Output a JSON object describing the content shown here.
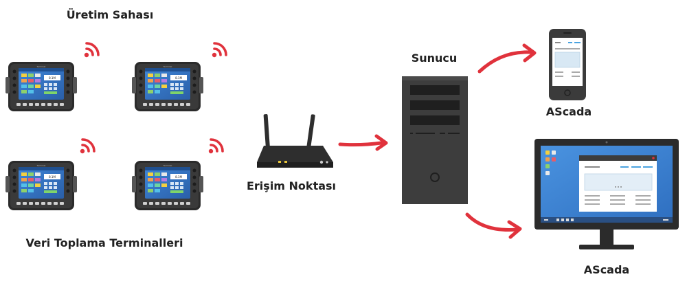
{
  "labels": {
    "production_area": "Üretim Sahası",
    "terminals": "Veri Toplama Terminalleri",
    "access_point": "Erişim Noktası",
    "server": "Sunucu",
    "ascada_mobile": "AScada",
    "ascada_desktop": "AScada"
  },
  "terminal_brand": "Terminal",
  "terminal_screen_readout": "8.1M",
  "colors": {
    "accent": "#e0323c",
    "device_dark": "#2e2e2e",
    "server_body": "#3c3c3c",
    "screen_blue": "#2f73c9",
    "monitor_screen": "#3a84d6"
  },
  "icons": [
    "wifi-signal-icon",
    "router-icon",
    "server-tower-icon",
    "smartphone-icon",
    "desktop-monitor-icon",
    "arrow-icon"
  ]
}
